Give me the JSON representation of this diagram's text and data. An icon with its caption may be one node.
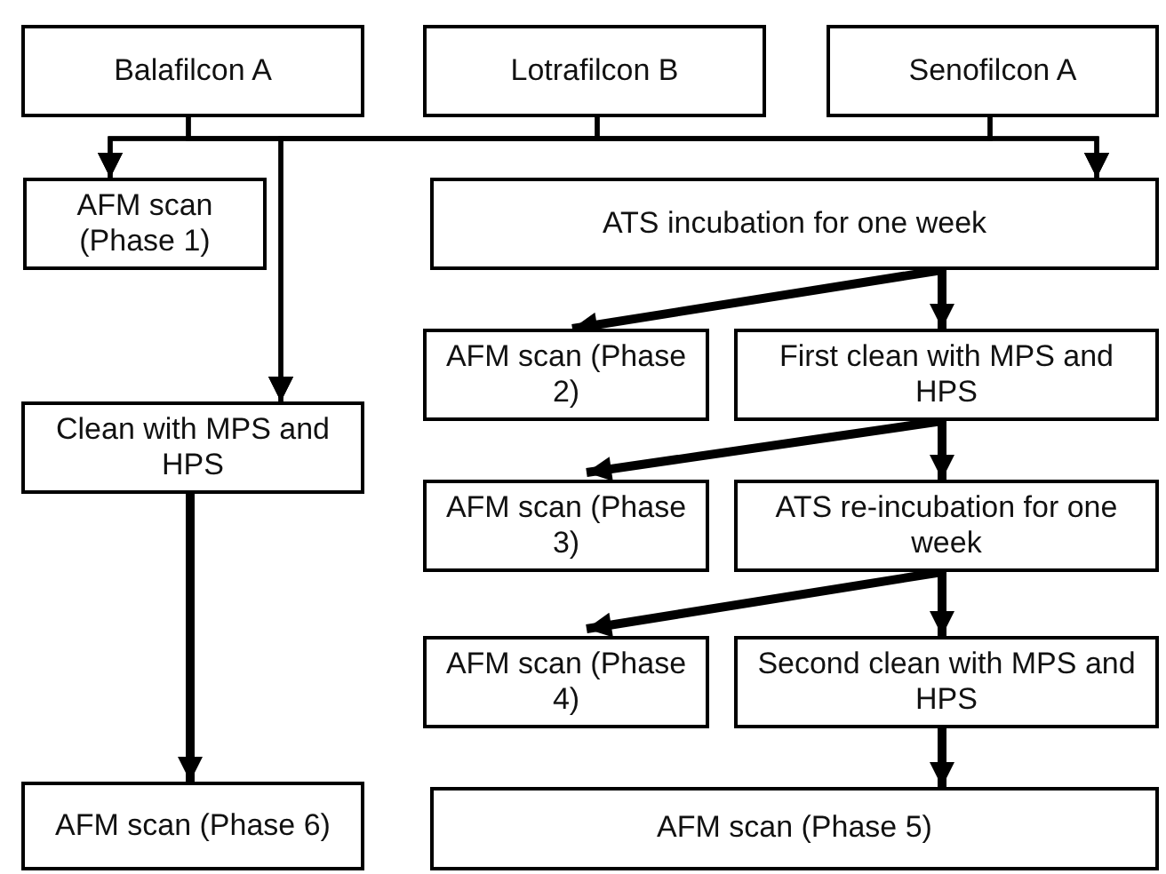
{
  "diagram": {
    "nodes": [
      {
        "text": [
          "Balafilcon A"
        ]
      },
      {
        "text": [
          "Lotrafilcon B"
        ]
      },
      {
        "text": [
          "Senofilcon A"
        ]
      },
      {
        "text": [
          "AFM scan (Phase 1)"
        ]
      },
      {
        "text": [
          "ATS incubation for one week"
        ]
      },
      {
        "text": [
          "AFM scan (Phase 2)"
        ]
      },
      {
        "text": [
          "First clean with MPS and HPS"
        ]
      },
      {
        "text": [
          "Clean with MPS and HPS"
        ]
      },
      {
        "text": [
          "AFM scan (Phase 3)"
        ]
      },
      {
        "text": [
          "ATS re-incubation for one week"
        ]
      },
      {
        "text": [
          "AFM scan (Phase 4)"
        ]
      },
      {
        "text": [
          "Second clean with MPS and HPS"
        ]
      },
      {
        "text": [
          "AFM scan (Phase 6)"
        ]
      },
      {
        "text": [
          "AFM scan (Phase 5)"
        ]
      }
    ],
    "edges": [
      {
        "from": 0,
        "to": 3,
        "arrow": "to"
      },
      {
        "from": 0,
        "to": 7,
        "arrow": "to"
      },
      {
        "from": 0,
        "to": 4,
        "arrow": "to"
      },
      {
        "from": 1,
        "to": 3,
        "arrow": "to"
      },
      {
        "from": 1,
        "to": 7,
        "arrow": "to"
      },
      {
        "from": 1,
        "to": 4,
        "arrow": "to"
      },
      {
        "from": 2,
        "to": 3,
        "arrow": "to"
      },
      {
        "from": 2,
        "to": 7,
        "arrow": "to"
      },
      {
        "from": 2,
        "to": 4,
        "arrow": "to"
      },
      {
        "from": 4,
        "to": 5,
        "arrow": "to",
        "style": "thick"
      },
      {
        "from": 4,
        "to": 6,
        "arrow": "to",
        "style": "thick"
      },
      {
        "from": 6,
        "to": 8,
        "arrow": "to",
        "style": "thick"
      },
      {
        "from": 6,
        "to": 9,
        "arrow": "to",
        "style": "thick"
      },
      {
        "from": 9,
        "to": 10,
        "arrow": "to",
        "style": "thick"
      },
      {
        "from": 9,
        "to": 11,
        "arrow": "to",
        "style": "thick"
      },
      {
        "from": 11,
        "to": 13,
        "arrow": "to",
        "style": "thick"
      },
      {
        "from": 7,
        "to": 12,
        "arrow": "to",
        "style": "thick"
      }
    ]
  }
}
